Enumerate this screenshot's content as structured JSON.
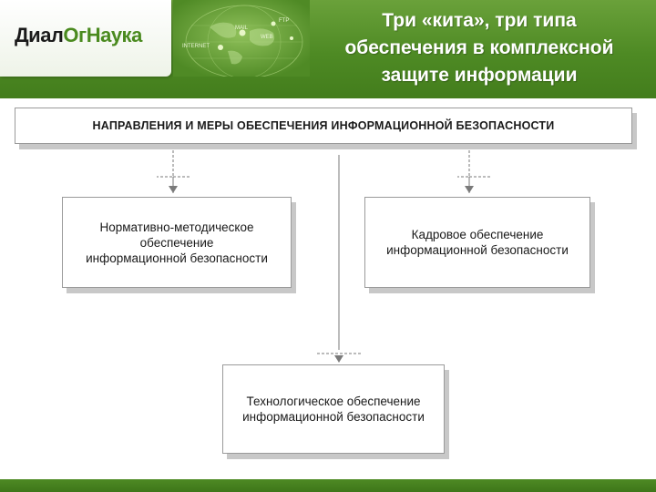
{
  "logo": {
    "part1": "Диал",
    "part2": "ОгНаука"
  },
  "globe_labels": [
    "MAIL",
    "WEB",
    "INTERNET",
    "FTP"
  ],
  "title": {
    "line1": "Три «кита», три типа",
    "line2": "обеспечения в комплексной",
    "line3": "защите информации"
  },
  "diagram": {
    "top_box": "НАПРАВЛЕНИЯ  И  МЕРЫ  ОБЕСПЕЧЕНИЯ  ИНФОРМАЦИОННОЙ   БЕЗОПАСНОСТИ",
    "normative": [
      "Нормативно-методическое",
      "обеспечение",
      "информационной безопасности"
    ],
    "personnel": [
      "Кадровое обеспечение",
      "информационной безопасности"
    ],
    "technological": [
      "Технологическое обеспечение",
      "информационной безопасности"
    ]
  },
  "colors": {
    "header_green": "#4e8a24",
    "logo_green": "#4a8a1f",
    "title_text": "#ffffff",
    "box_shadow": "#c8c8c8"
  }
}
